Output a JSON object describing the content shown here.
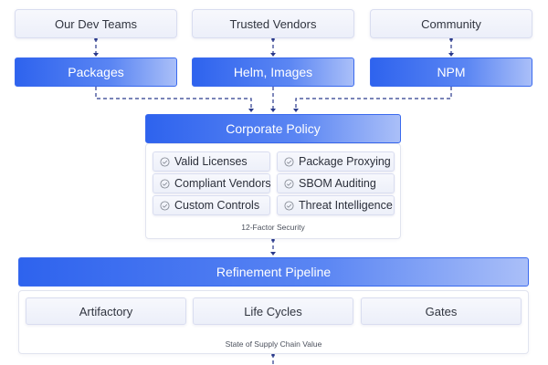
{
  "sources": [
    {
      "label": "Our Dev Teams"
    },
    {
      "label": "Trusted Vendors"
    },
    {
      "label": "Community"
    }
  ],
  "artifacts": [
    {
      "label": "Packages"
    },
    {
      "label": "Helm, Images"
    },
    {
      "label": "NPM"
    }
  ],
  "policy": {
    "title": "Corporate Policy",
    "checks": [
      {
        "label": "Valid Licenses"
      },
      {
        "label": "Package Proxying"
      },
      {
        "label": "Compliant Vendors"
      },
      {
        "label": "SBOM Auditing"
      },
      {
        "label": "Custom Controls"
      },
      {
        "label": "Threat Intelligence"
      }
    ],
    "caption": "12-Factor Security"
  },
  "pipeline": {
    "title": "Refinement Pipeline",
    "stages": [
      {
        "label": "Artifactory"
      },
      {
        "label": "Life Cycles"
      },
      {
        "label": "Gates"
      }
    ],
    "caption": "State of Supply Chain Value"
  },
  "colors": {
    "accent_blue": "#2e63ee",
    "connector": "#2a3a8c",
    "check_icon": "#8a8f99"
  }
}
